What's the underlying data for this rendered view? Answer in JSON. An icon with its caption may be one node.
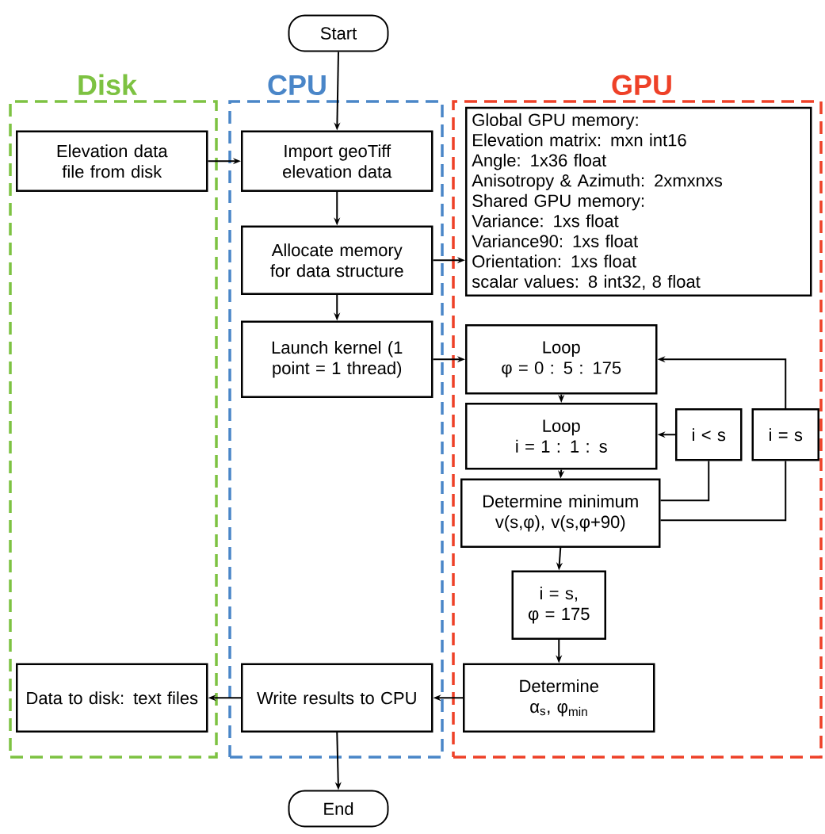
{
  "diagram": {
    "nodes": [
      {
        "text": [
          "Disk"
        ]
      },
      {
        "text": [
          "CPU"
        ]
      },
      {
        "text": [
          "GPU"
        ]
      },
      {
        "text": [
          "Start"
        ]
      },
      {
        "text": [
          "Elevation data file from disk"
        ],
        "in": 0
      },
      {
        "text": [
          "Import geoTiff elevation data"
        ],
        "in": 1
      },
      {
        "text": [
          "Allocate memory for data structure"
        ],
        "in": 1
      },
      {
        "text": [
          "Launch kernel (1 point = 1 thread)"
        ],
        "in": 1
      },
      {
        "text": [
          "Global GPU memory:",
          "Elevation matrix: mxn int16",
          "Angle: 1x36 float",
          "Anisotropy & Azimuth: 2xmxnxs",
          "Shared GPU memory:",
          "Variance: 1xs float",
          "Variance90: 1xs float",
          "Orientation: 1xs float",
          "scalar values: 8 int32, 8 float"
        ],
        "in": 2
      },
      {
        "text": [
          "Loop",
          "φ = 0 : 5 : 175"
        ],
        "in": 2
      },
      {
        "text": [
          "Loop",
          "i = 1 : 1 : s"
        ],
        "in": 2
      },
      {
        "text": [
          "i < s"
        ],
        "in": 2
      },
      {
        "text": [
          "i = s"
        ],
        "in": 2
      },
      {
        "text": [
          "Determine minimum",
          "v(s,φ), v(s,φ+90)"
        ],
        "in": 2
      },
      {
        "text": [
          "i = s,",
          "φ = 175"
        ],
        "in": 2
      },
      {
        "text": [
          "Determine",
          "α$_{s}$, φ$_{min}$"
        ],
        "in": 2
      },
      {
        "text": [
          "Write results to CPU"
        ],
        "in": 1
      },
      {
        "text": [
          "Data to disk: text files"
        ],
        "in": 0
      },
      {
        "text": [
          "End"
        ]
      }
    ],
    "edges": [
      {
        "from": 3,
        "to": 5,
        "arrow": "to"
      },
      {
        "from": 4,
        "to": 5,
        "arrow": "to"
      },
      {
        "from": 5,
        "to": 6,
        "arrow": "to"
      },
      {
        "from": 6,
        "to": 8,
        "arrow": "to"
      },
      {
        "from": 6,
        "to": 7,
        "arrow": "to"
      },
      {
        "from": 7,
        "to": 9,
        "arrow": "to"
      },
      {
        "from": 9,
        "to": 10,
        "arrow": "to"
      },
      {
        "from": 11,
        "to": 10,
        "arrow": "to"
      },
      {
        "from": 12,
        "to": 9,
        "arrow": "to"
      },
      {
        "from": 10,
        "to": 13,
        "arrow": "to"
      },
      {
        "from": 13,
        "to": 11,
        "arrow": "none"
      },
      {
        "from": 13,
        "to": 12,
        "arrow": "none"
      },
      {
        "from": 13,
        "to": 14,
        "arrow": "to"
      },
      {
        "from": 14,
        "to": 15,
        "arrow": "to"
      },
      {
        "from": 15,
        "to": 16,
        "arrow": "to"
      },
      {
        "from": 16,
        "to": 17,
        "arrow": "to"
      },
      {
        "from": 16,
        "to": 18,
        "arrow": "to"
      }
    ]
  }
}
